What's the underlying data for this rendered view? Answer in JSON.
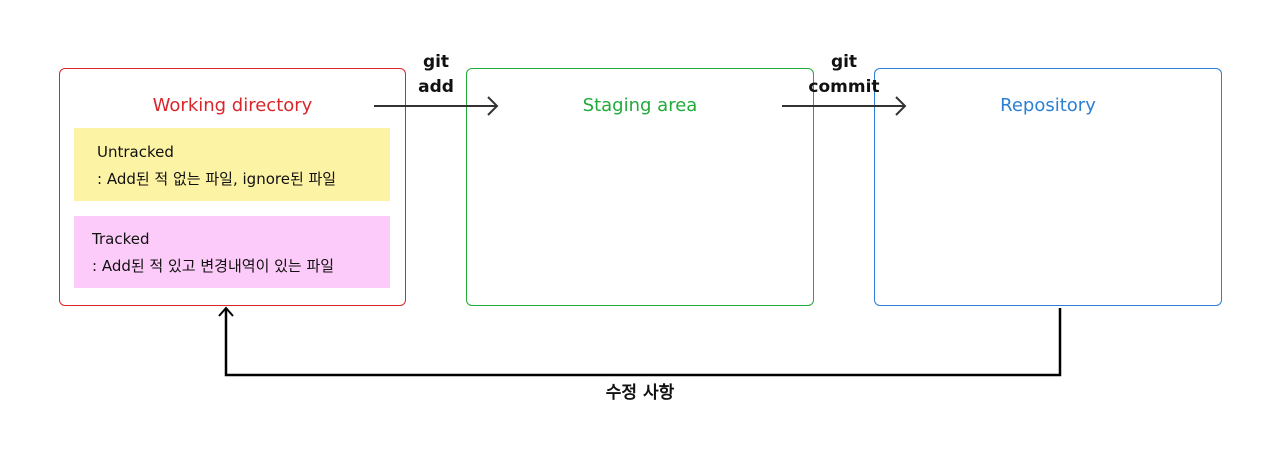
{
  "diagram": {
    "working_directory": {
      "title": "Working directory",
      "color": "#d9262b",
      "untracked": {
        "title": "Untracked",
        "description": ": Add된 적 없는 파일, ignore된 파일",
        "bg": "#fdf3a4"
      },
      "tracked": {
        "title": "Tracked",
        "description": ": Add된 적 있고 변경내역이 있는 파일",
        "bg": "#fdcbf9"
      }
    },
    "staging_area": {
      "title": "Staging area",
      "color": "#22aa3a"
    },
    "repository": {
      "title": "Repository",
      "color": "#2b7fd4"
    },
    "arrows": {
      "git_add": {
        "line1": "git",
        "line2": "add"
      },
      "git_commit": {
        "line1": "git",
        "line2": "commit"
      },
      "return_label": "수정 사항"
    }
  }
}
